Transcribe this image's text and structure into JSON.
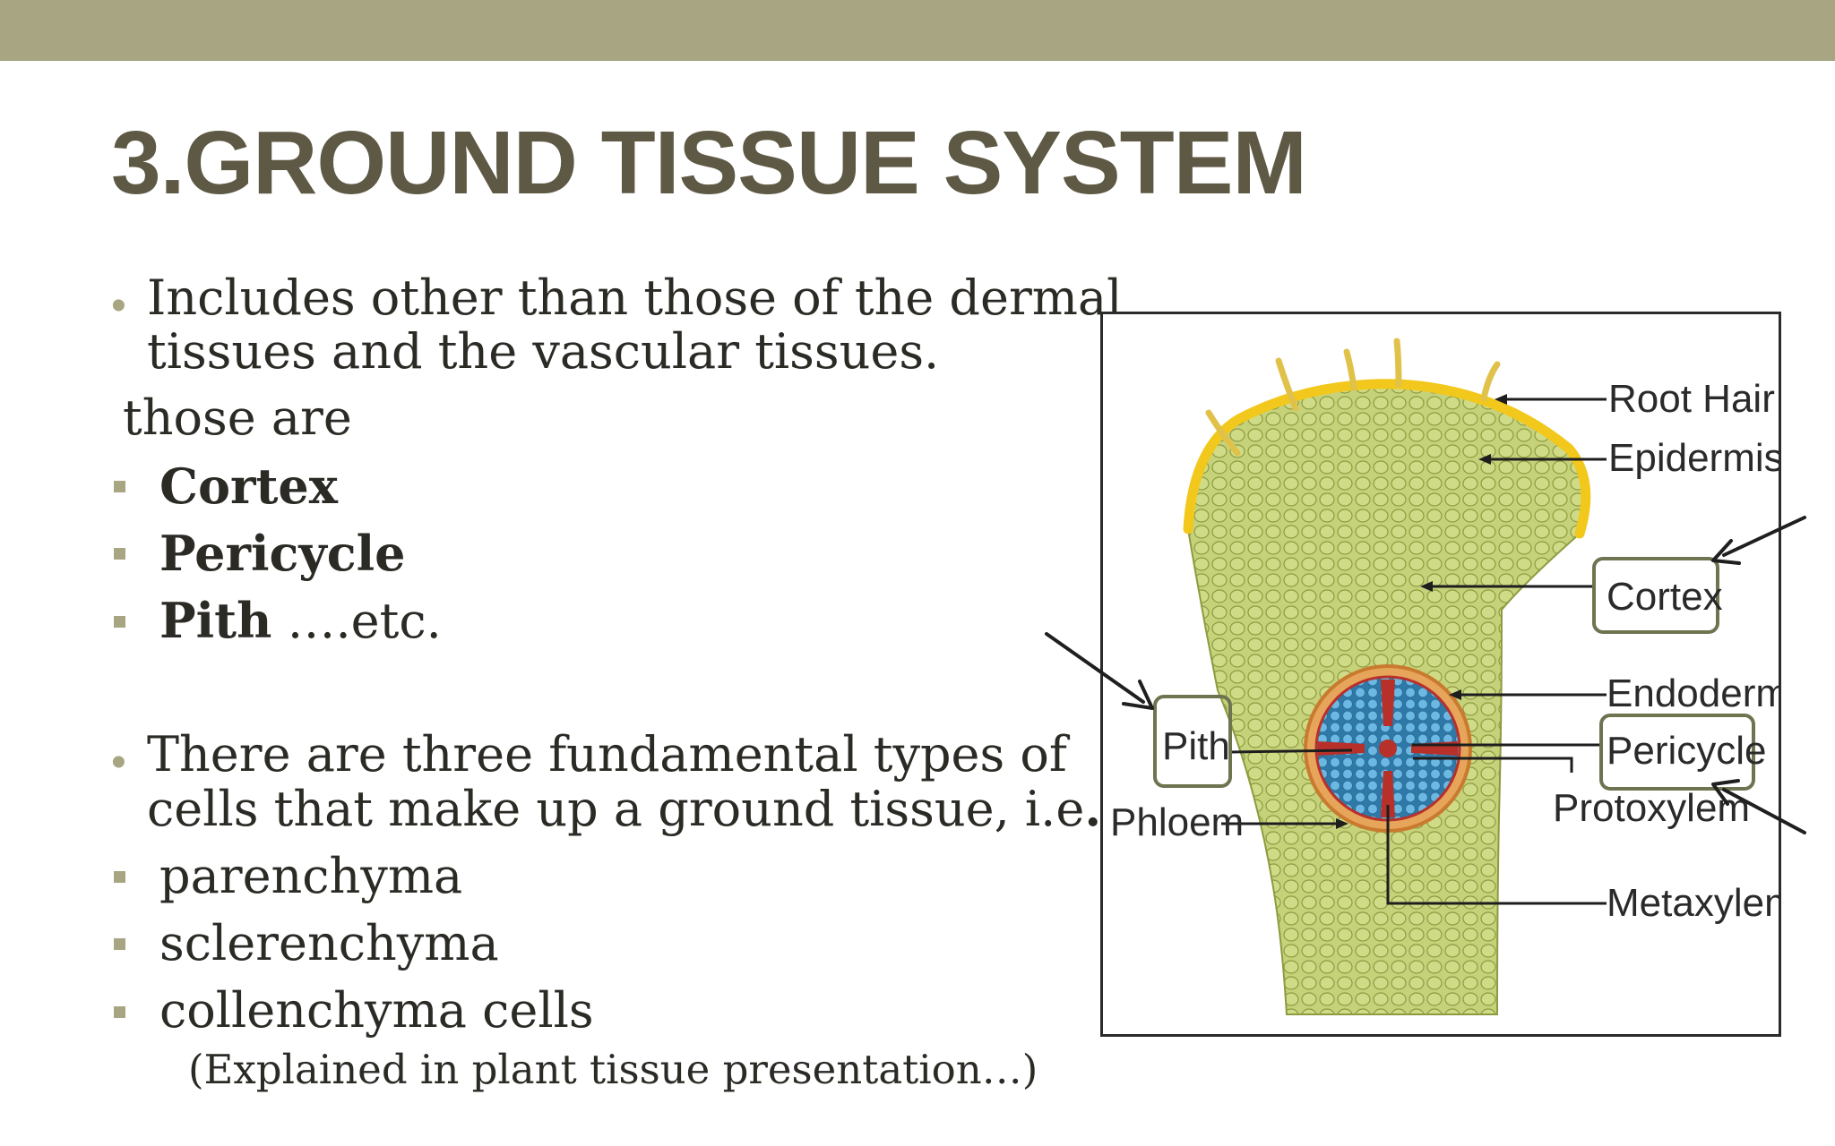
{
  "slide": {
    "title": "3.GROUND TISSUE SYSTEM",
    "bullet1": {
      "line1": "Includes other than those of the dermal",
      "line2": "tissues and the vascular tissues."
    },
    "those_are": "those are",
    "tissue_list": [
      {
        "name": "Cortex",
        "suffix": ""
      },
      {
        "name": "Pericycle",
        "suffix": ""
      },
      {
        "name": "Pith",
        "suffix": "….etc."
      }
    ],
    "bullet2": {
      "line1": "There are three fundamental types of",
      "line2_text": "cells that make up a ground tissue, i.e",
      "line2_period": "."
    },
    "cell_types": [
      "parenchyma",
      "sclerenchyma",
      "collenchyma cells"
    ],
    "note": "(Explained in plant tissue presentation…)"
  },
  "figure": {
    "labels": {
      "root_hair": "Root Hair",
      "epidermis": "Epidermis",
      "cortex": "Cortex",
      "endodermis": "Endodermis",
      "pericycle": "Pericycle",
      "protoxylem": "Protoxylem",
      "metaxylem": "Metaxylem",
      "pith": "Pith",
      "phloem": "Phloem"
    }
  },
  "colors": {
    "top_bar": "#a8a682",
    "title": "#5e5944",
    "bullet_marker": "#a8a682",
    "body_text": "#2b2a25",
    "label_box_border": "#6d7450",
    "tissue_green": "#c6d27a",
    "epidermis_yellow": "#f2c81c",
    "vascular_blue": "#4f9fcf",
    "phloem_red": "#b8302a"
  }
}
